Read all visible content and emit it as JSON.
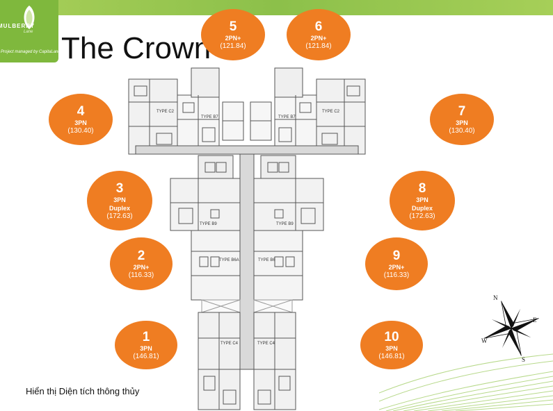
{
  "logo": {
    "brand": "MULBERRY",
    "brand_sub": "Lane",
    "tagline": "Project managed by CapitaLand"
  },
  "title": "The Crown",
  "plan_labels": {
    "b7_left": "TYPE B7",
    "c2_left": "TYPE C2",
    "b7_right": "TYPE B7",
    "c2_right": "TYPE C2",
    "b9_left": "TYPE B9",
    "b9_right": "TYPE B9",
    "b6a": "TYPE B6A",
    "b6": "TYPE B6",
    "c4_left": "TYPE C4",
    "c4_right": "TYPE C4"
  },
  "units": [
    {
      "num": "1",
      "type": "3PN",
      "area": "(146.81)"
    },
    {
      "num": "2",
      "type": "2PN+",
      "area": "(116.33)"
    },
    {
      "num": "3",
      "type": "3PN",
      "subtype": "Duplex",
      "area": "(172.63)"
    },
    {
      "num": "4",
      "type": "3PN",
      "area": "(130.40)"
    },
    {
      "num": "5",
      "type": "2PN+",
      "area": "(121.84)"
    },
    {
      "num": "6",
      "type": "2PN+",
      "area": "(121.84)"
    },
    {
      "num": "7",
      "type": "3PN",
      "area": "(130.40)"
    },
    {
      "num": "8",
      "type": "3PN",
      "subtype": "Duplex",
      "area": "(172.63)"
    },
    {
      "num": "9",
      "type": "2PN+",
      "area": "(116.33)"
    },
    {
      "num": "10",
      "type": "3PN",
      "area": "(146.81)"
    }
  ],
  "compass": {
    "n": "N",
    "e": "E",
    "s": "S",
    "w": "W"
  },
  "footnote": "Hiển thị Diện tích thông thủy",
  "colors": {
    "accent": "#ef7d22",
    "brand_green": "#7fb83d",
    "header_green": "#9ccb52",
    "plan_line": "#555555"
  },
  "icons": [
    "mulberry-logo-icon",
    "compass-rose-icon"
  ]
}
